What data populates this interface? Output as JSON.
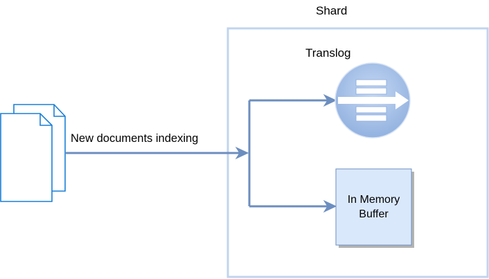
{
  "diagram": {
    "shard": {
      "title": "Shard"
    },
    "translog": {
      "title": "Translog",
      "icon": "queue-arrow-icon"
    },
    "edge": {
      "label": "New documents indexing"
    },
    "buffer": {
      "line1": "In Memory",
      "line2": "Buffer"
    },
    "documents": {
      "icon": "documents-icon"
    },
    "colors": {
      "shard_border": "#c1d4ee",
      "arrow": "#6c8ebf",
      "documents_border": "#1a7fd6",
      "buffer_fill": "#dae8fc",
      "buffer_shadow": "#b3b3b3",
      "translog_circle": "#a9c4eb",
      "translog_bars": "#ffffff"
    }
  }
}
